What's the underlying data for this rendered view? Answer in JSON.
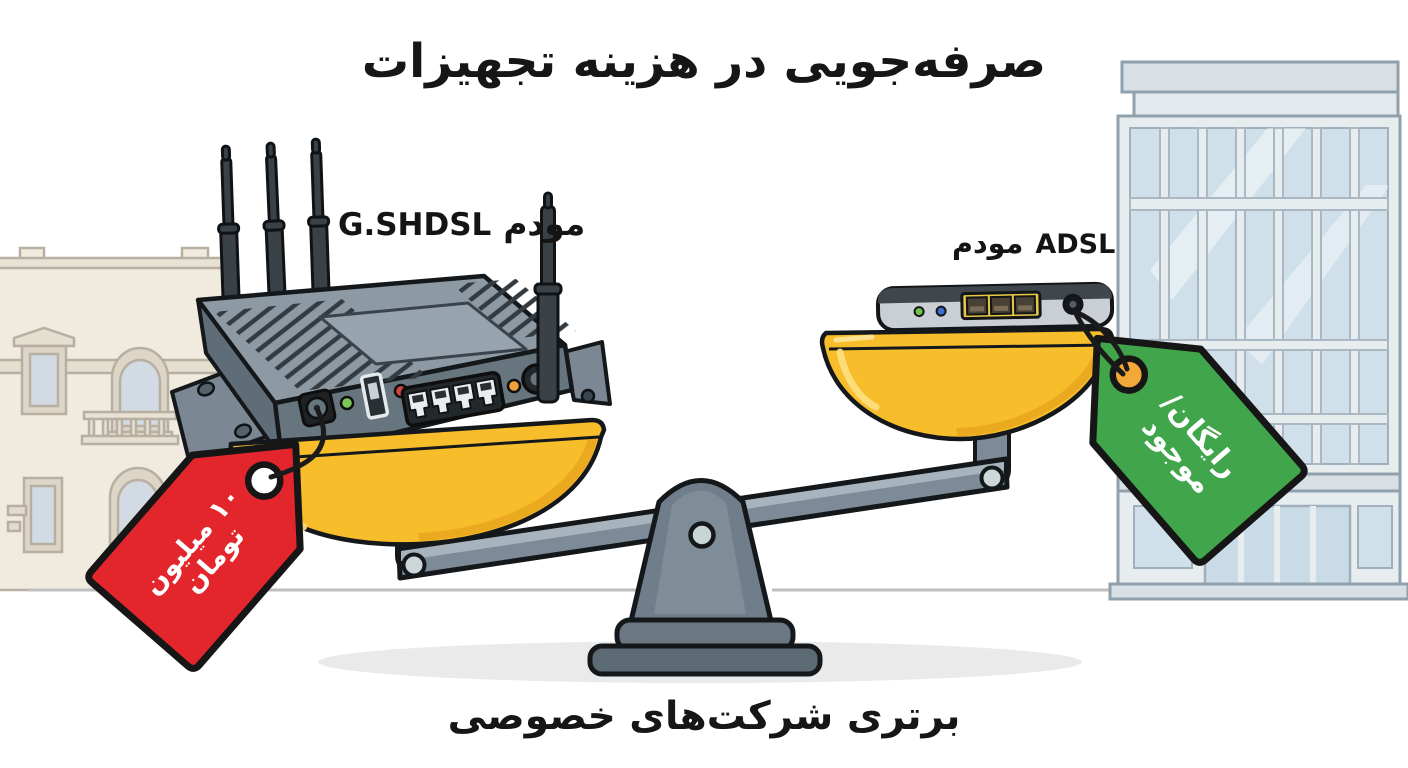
{
  "title": "صرفه‌جویی در هزینه تجهیزات",
  "caption": "برتری شرکت‌های خصوصی",
  "comparison": {
    "left": {
      "label_fa": "مودم",
      "label_en": "G.SHDSL",
      "tag_text": "۱۰ میلیون تومان",
      "tag_color": "#e2262c",
      "pan_state": "lowered (heavy)"
    },
    "right": {
      "label_fa": "مودم",
      "label_en": "ADSL",
      "tag_text": "رایگان/موجود",
      "tag_color": "#41a64b",
      "pan_state": "raised (light)"
    }
  },
  "palette": {
    "pan_yellow": "#f7bd2a",
    "scale_gray": "#7c8b97",
    "tag_red": "#e2262c",
    "tag_green": "#41a64b",
    "background": "#ffffff"
  }
}
